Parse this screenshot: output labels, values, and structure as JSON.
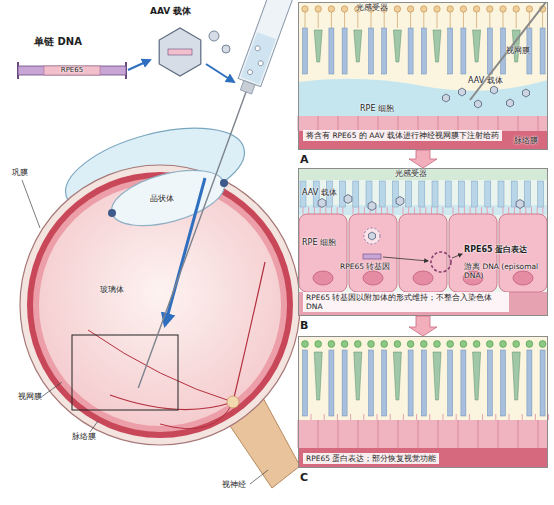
{
  "diagram": {
    "nodes": [
      {
        "text": [
          "将含有 RPE65 的 AAV 载体进行神经视网膜下注射给药",
          "A"
        ]
      },
      {
        "text": [
          "RPE65 转基因以附加体的形式维持；不整合入染色体 DNA",
          "B"
        ]
      },
      {
        "text": [
          "RPE65 蛋白表达；部分恢复视觉功能",
          "C"
        ]
      }
    ],
    "edges": [
      {
        "from": 0,
        "to": 1,
        "arrow": "to"
      },
      {
        "from": 1,
        "to": 2,
        "arrow": "to"
      }
    ],
    "labels": [
      "单链 DNA",
      "RPE65",
      "AAV 载体",
      "巩膜",
      "晶状体",
      "玻璃体",
      "视网膜",
      "脉络膜",
      "视神经",
      "光感受器",
      "视网膜",
      "AAV 载体",
      "RPE 细胞",
      "脉络膜",
      "光感受器",
      "AAV 载体",
      "RPE 细胞",
      "RPE65 转基因",
      "RPE65 蛋白表达",
      "游离 DNA (episomal DNA)"
    ]
  }
}
